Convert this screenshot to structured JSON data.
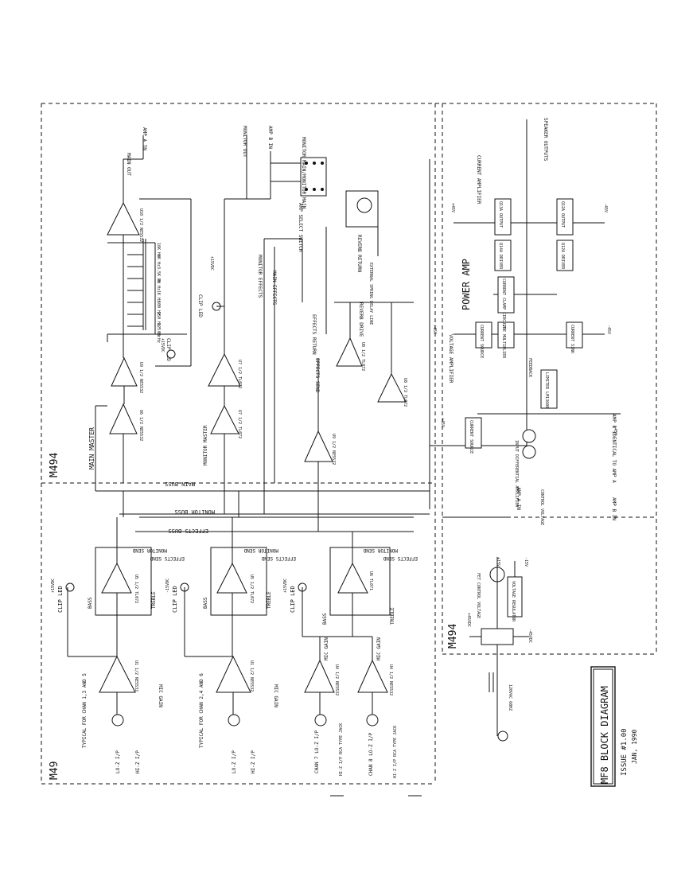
{
  "sections": {
    "left_top": "M494",
    "left_bottom": "M49",
    "right": "M494"
  },
  "title_block": {
    "title": "MF8 BLOCK DIAGRAM",
    "issue": "ISSUE #1.00",
    "date": "JAN, 1990"
  },
  "master": {
    "main_out": "MAIN OUT",
    "amp_a_in": "AMP A IN",
    "monitor_out": "MONITOR OUT",
    "amp_b_in": "AMP B IN",
    "monitor_main": "MONITOR MAIN/MONITOR MAIN",
    "amp_select": "AMP SELECT SWITCH",
    "main_master": "MAIN MASTER",
    "monitor_master": "MONITOR MASTER",
    "main_effects": "MAIN EFFECTS",
    "monitor_effects": "MONITOR EFFECTS",
    "effects_return": "EFFECTS RETURN",
    "effects_send": "EFFECTS SEND",
    "reverb_return": "REVERB RETURN",
    "reverb_drive": "REVERB DRIVE",
    "ext_spring": "EXTERNAL SPRING DELAY LINE",
    "clip_led": "CLIP LED",
    "clip_led2": "CLIP LED",
    "plus15": "+15VDC",
    "eq_bands": [
      "16K Hz",
      "8K Hz",
      "3.5K Hz",
      "2K Hz",
      "1K Hz",
      "500 Hz",
      "250 Hz",
      "125 Hz",
      "63 Hz"
    ],
    "u10": "U10 1/2 NE5532",
    "u9": "U9 1/2 NE5532",
    "u6": "U6 1/2 NE5532",
    "u7a": "U7 1/2 TL072",
    "u7b": "U7 1/2 TL072",
    "u8a": "U8 1/2 TL072",
    "u8b": "U8 1/2 TL072",
    "u9b": "U9 1/2 NE5532"
  },
  "busses": {
    "main": "MAIN BUSS",
    "monitor": "MONITOR BUSS",
    "effects": "EFFECTS BUSS"
  },
  "channels": [
    {
      "typical": "TYPICAL FOR CHAN 1,3 AND 5",
      "lo_z": "LO-Z I/P",
      "hi_z": "HI-Z I/P",
      "pre": "U1 1/2 NE5532",
      "eq": "U5 1/2 TL072",
      "mic_gain": "MIC GAIN",
      "bass": "BASS",
      "treble": "TREBLE",
      "clip": "CLIP LED",
      "rail": "+15VDC",
      "monitor_send": "MONITOR SEND",
      "effects_send": "EFFECTS SEND"
    },
    {
      "typical": "TYPICAL FOR CHAN 2,4 AND 6",
      "lo_z": "LO-Z I/P",
      "hi_z": "HI-Z I/P",
      "pre": "U1 1/2 NE5532",
      "eq": "U5 1/2 TL072",
      "mic_gain": "MIC GAIN",
      "bass": "BASS",
      "treble": "TREBLE",
      "clip": "CLIP LED",
      "rail": "-15VDC",
      "monitor_send": "MONITOR SEND",
      "effects_send": "EFFECTS SEND"
    },
    {
      "chan7": "CHAN 7 LO-Z I/P",
      "chan7_hi": "HI-Z I/P RCA TYPE JACK",
      "chan8": "CHAN 8 LO-Z I/P",
      "chan8_hi": "HI-Z I/P RCA TYPE JACK",
      "pre_a": "U4 1/2 NE5532",
      "pre_b": "U4 1/2 NE5532",
      "eq": "U6 TL071",
      "mic_gain_a": "MIC GAIN",
      "mic_gain_b": "MIC GAIN",
      "bass": "BASS",
      "treble": "TREBLE",
      "clip": "CLIP LED",
      "rail": "+15VDC",
      "monitor_send": "MONITOR SEND",
      "effects_send": "EFFECTS SEND"
    }
  ],
  "power_amp": {
    "title": "POWER AMP",
    "speaker": "SPEAKER OUTPUTS",
    "current_amp": "CURRENT AMPLIFIER",
    "voltage_amp": "VOLTAGE AMPLIFIER",
    "q13a": "Q13A OUTPUT",
    "q14a": "Q14A DRIVER",
    "q12a": "Q12A OUTPUT",
    "q12b": "Q12A DRIVER",
    "clamp": "CURRENT CLAMP CIRCUIT",
    "src_top": "CURRENT SOURCE",
    "vbe": "VBE MULTIPLIER",
    "sink": "CURRENT SINK",
    "limiter": "LIMITER LM13600",
    "feedback": "FEEDBACK",
    "src_left": "CURRENT SOURCE",
    "diff": "INPUT DIFFERENTIAL AMPLIFIER",
    "control": "CONTROL VOLTAGE",
    "amp_a": "AMP A IN",
    "amp_b": "AMP B IN",
    "identical": "AMP B IDENTICAL TO AMP A",
    "p45": "+45V",
    "m45": "-45V",
    "p45b": "+45V",
    "m45b": "-45V",
    "p45c": "+45V",
    "m45c": "-45V"
  },
  "psu": {
    "fet": "FET CONTROL VOLTAGE",
    "regulator": "VOLTAGE REGULATOR",
    "p15": "+15V",
    "m15": "-15V",
    "p45vdc": "+45VDC",
    "m45vdc": "-45VDC",
    "transformer": "120VAC 60HZ"
  }
}
